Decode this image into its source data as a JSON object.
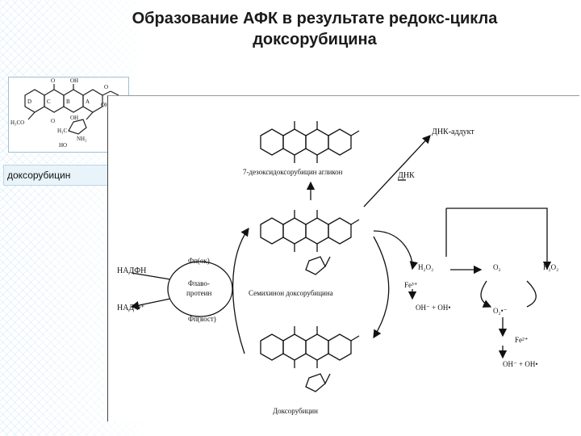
{
  "title": {
    "line1": "Образование АФК в результате редокс-цикла",
    "line2": "доксорубицина"
  },
  "thumbnail": {
    "label": "доксорубицин"
  },
  "scheme": {
    "adduct": "ДНК-аддукт",
    "dna": "ДНК",
    "aglycone": "7-дезоксидоксорубицин агликон",
    "semiquinone": "Семихинон доксорубицина",
    "doxorubicin": "Доксорубицин",
    "fp_ox": "Фп(ок)",
    "fp_red": "Фп(вост)",
    "flavo": "Флаво-",
    "protein": "протеин",
    "nadph": "НАДФН",
    "nadp": "НАДФ⁺",
    "h2o2_left": "H₂O₂",
    "fe3": "Fe³⁺",
    "oh_left": "OH⁻ + OH•",
    "o2": "O₂",
    "h2o2_right": "H₂O₂",
    "o2_rad": "O₂•⁻",
    "fe2": "Fe²⁺",
    "oh_right": "OH⁻ + OH•"
  },
  "colors": {
    "texture": "#78bee1",
    "ink": "#111111"
  }
}
